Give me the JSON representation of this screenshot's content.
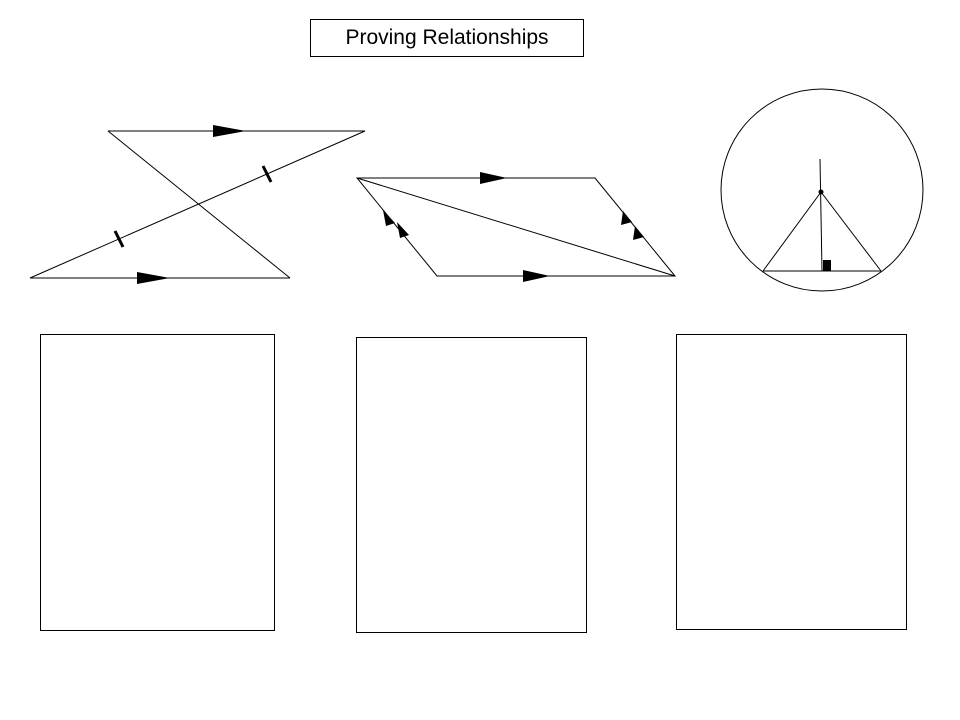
{
  "page": {
    "title": "Proving Relationships",
    "stroke_color": "#000000",
    "background_color": "#ffffff"
  },
  "figures": [
    {
      "id": "figure-1",
      "kind": "crossing-parallel-lines",
      "marks": [
        "parallel-arrow",
        "parallel-arrow",
        "tick",
        "tick"
      ]
    },
    {
      "id": "figure-2",
      "kind": "parallelogram-with-diagonal",
      "marks": [
        "single-arrow",
        "single-arrow",
        "double-arrow",
        "double-arrow"
      ]
    },
    {
      "id": "figure-3",
      "kind": "circle-with-isosceles-triangle",
      "marks": [
        "center-dot",
        "right-angle"
      ]
    }
  ],
  "answer_boxes": [
    {
      "id": "box-1",
      "content": ""
    },
    {
      "id": "box-2",
      "content": ""
    },
    {
      "id": "box-3",
      "content": ""
    }
  ]
}
